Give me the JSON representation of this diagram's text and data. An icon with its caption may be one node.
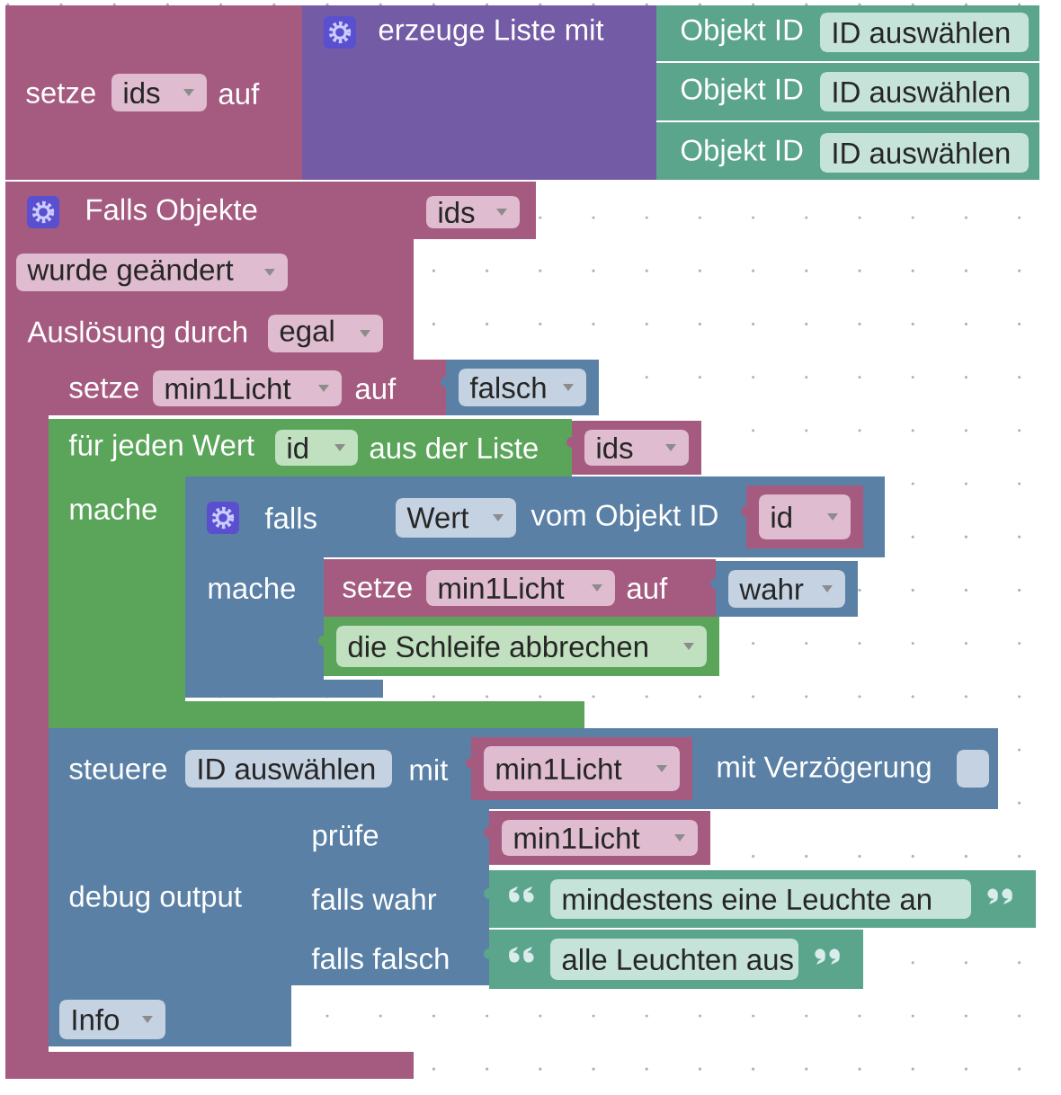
{
  "diagram": {
    "nodes": [
      {
        "text": [
          "setze",
          "auf"
        ]
      },
      {
        "text": [
          "ids"
        ],
        "in": 0
      },
      {
        "text": [
          "erzeuge Liste mit"
        ]
      },
      {
        "text": [
          "Objekt ID"
        ]
      },
      {
        "text": [
          "ID auswählen"
        ],
        "in": 3
      },
      {
        "text": [
          "Objekt ID"
        ]
      },
      {
        "text": [
          "ID auswählen"
        ],
        "in": 5
      },
      {
        "text": [
          "Objekt ID"
        ]
      },
      {
        "text": [
          "ID auswählen"
        ],
        "in": 7
      },
      {
        "text": [
          "Falls Objekte",
          "Auslösung durch"
        ]
      },
      {
        "text": [
          "ids"
        ],
        "in": 9
      },
      {
        "text": [
          "wurde geändert"
        ],
        "in": 9
      },
      {
        "text": [
          "egal"
        ],
        "in": 9
      },
      {
        "text": [
          "setze",
          "auf"
        ]
      },
      {
        "text": [
          "min1Licht"
        ],
        "in": 13
      },
      {
        "text": [
          "falsch"
        ]
      },
      {
        "text": [
          "für jeden Wert",
          "aus der Liste",
          "mache"
        ]
      },
      {
        "text": [
          "id"
        ],
        "in": 16
      },
      {
        "text": [
          "ids"
        ]
      },
      {
        "text": [
          "falls",
          "mache"
        ]
      },
      {
        "text": [
          "vom Objekt ID"
        ]
      },
      {
        "text": [
          "Wert"
        ],
        "in": 20
      },
      {
        "text": [
          "id"
        ],
        "in": 20
      },
      {
        "text": [
          "setze",
          "auf"
        ]
      },
      {
        "text": [
          "min1Licht"
        ],
        "in": 23
      },
      {
        "text": [
          "wahr"
        ]
      },
      {
        "text": [
          "die Schleife abbrechen"
        ]
      },
      {
        "text": [
          "steuere",
          "mit",
          "mit Verzögerung"
        ]
      },
      {
        "text": [
          "ID auswählen"
        ],
        "in": 27
      },
      {
        "text": [
          "min1Licht"
        ],
        "in": 27
      },
      {
        "text": [],
        "shape": "box",
        "in": 27
      },
      {
        "text": [
          "debug output",
          "prüfe",
          "falls wahr",
          "falls falsch"
        ]
      },
      {
        "text": [
          "Info"
        ],
        "in": 31
      },
      {
        "text": [
          "min1Licht"
        ]
      },
      {
        "text": [
          "mindestens eine Leuchte an"
        ]
      },
      {
        "text": [
          "alle Leuchten aus"
        ]
      }
    ]
  }
}
